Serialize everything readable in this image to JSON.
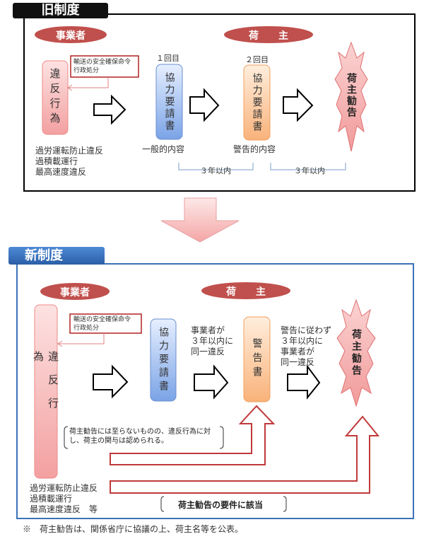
{
  "old_system": {
    "title": "旧制度",
    "actor_carrier": "事業者",
    "actor_shipper": "荷　　主",
    "violation": "違反行為",
    "admin_box": [
      "輸送の安全確保命令",
      "行政処分"
    ],
    "first_label": "１回目",
    "second_label": "２回目",
    "request_doc": "協力要請書",
    "request_doc_2": "協力要請書",
    "recommendation": "荷主勧告",
    "general_content": "一般的内容",
    "warning_content": "警告的内容",
    "period_1": "３年以内",
    "period_2": "３年以内",
    "violations_list": [
      "過労運転防止違反",
      "過積載運行",
      "最高速度違反"
    ]
  },
  "new_system": {
    "title": "新制度",
    "actor_carrier": "事業者",
    "actor_shipper": "荷　　主",
    "violation": "違反行為",
    "admin_box": [
      "輸送の安全確保命令",
      "行政処分"
    ],
    "request_doc": "協力要請書",
    "warning_doc": "警告書",
    "recommendation": "荷主勧告",
    "condition_1": [
      "事業者が",
      "３年以内に",
      "同一違反"
    ],
    "condition_2": [
      "警告に従わず",
      "３年以内に",
      "事業者が",
      "同一違反"
    ],
    "note_involvement": [
      "荷主勧告には至らないものの、違反行為に対",
      "し、荷主の関与は認められる。"
    ],
    "note_requirement": "荷主勧告の要件に該当",
    "violations_list": [
      "過労運転防止違反",
      "過積載運行",
      "最高速度違反　等"
    ]
  },
  "footnote": "※　荷主勧告は、関係省庁に協議の上、荷主名等を公表。",
  "colors": {
    "old_frame": "#000000",
    "new_frame": "#3a72b8",
    "oval_red": "#c0504d",
    "admin_box_border": "#b22222",
    "flow_arrow_red": "#c0393b"
  }
}
